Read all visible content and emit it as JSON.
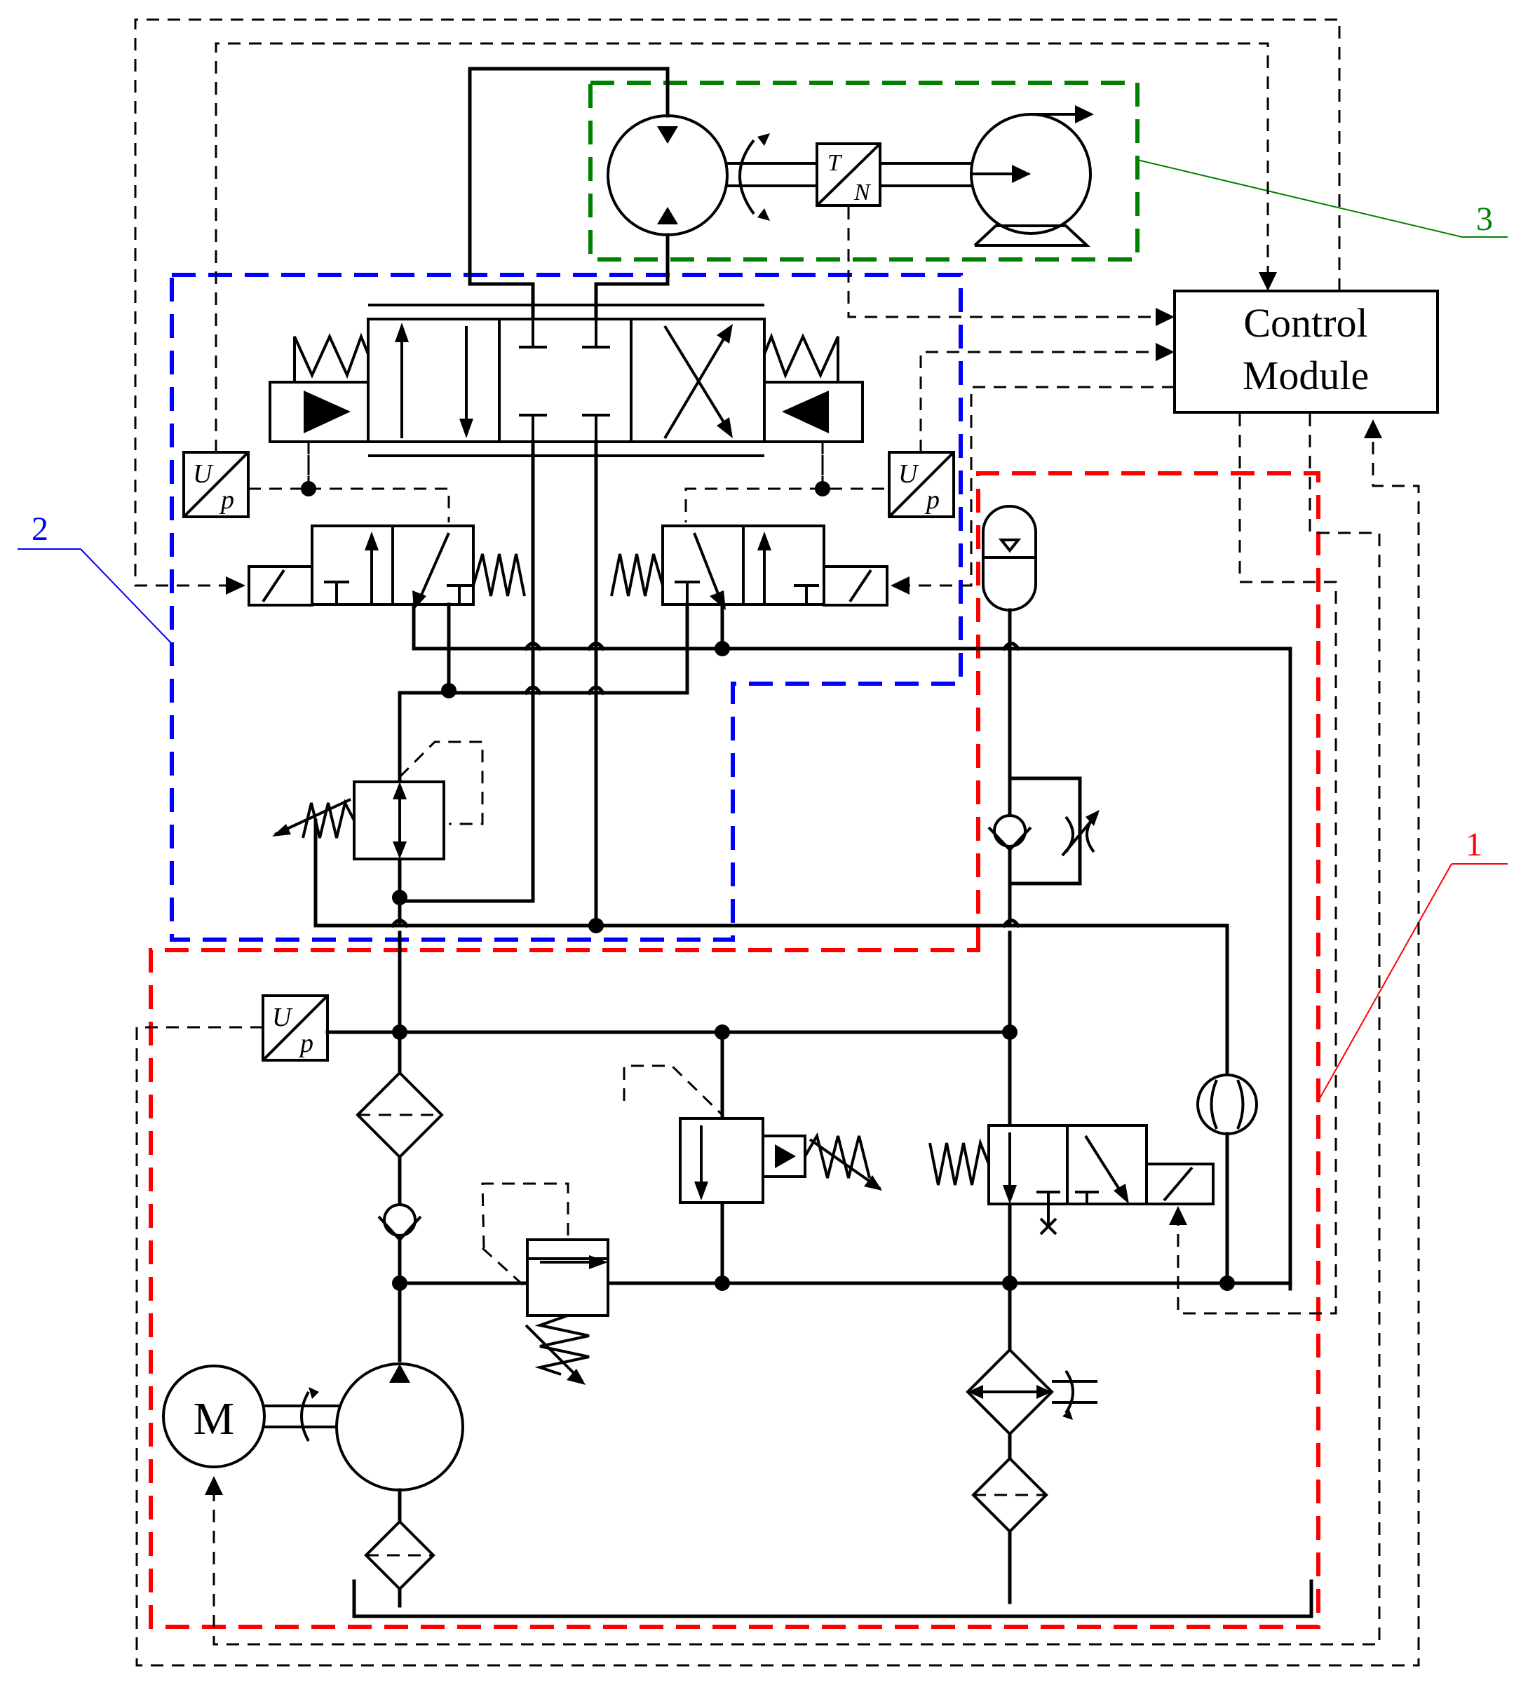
{
  "control_module": {
    "line1": "Control",
    "line2": "Module"
  },
  "callouts": {
    "one": "1",
    "two": "2",
    "three": "3"
  },
  "sensors": {
    "pressure_u": "U",
    "pressure_p": "p",
    "torque_t": "T",
    "torque_n": "N"
  },
  "motor_label": "M",
  "colors": {
    "group1": "#ff0000",
    "group2": "#0000ff",
    "group3": "#008000",
    "lines": "#000000"
  }
}
